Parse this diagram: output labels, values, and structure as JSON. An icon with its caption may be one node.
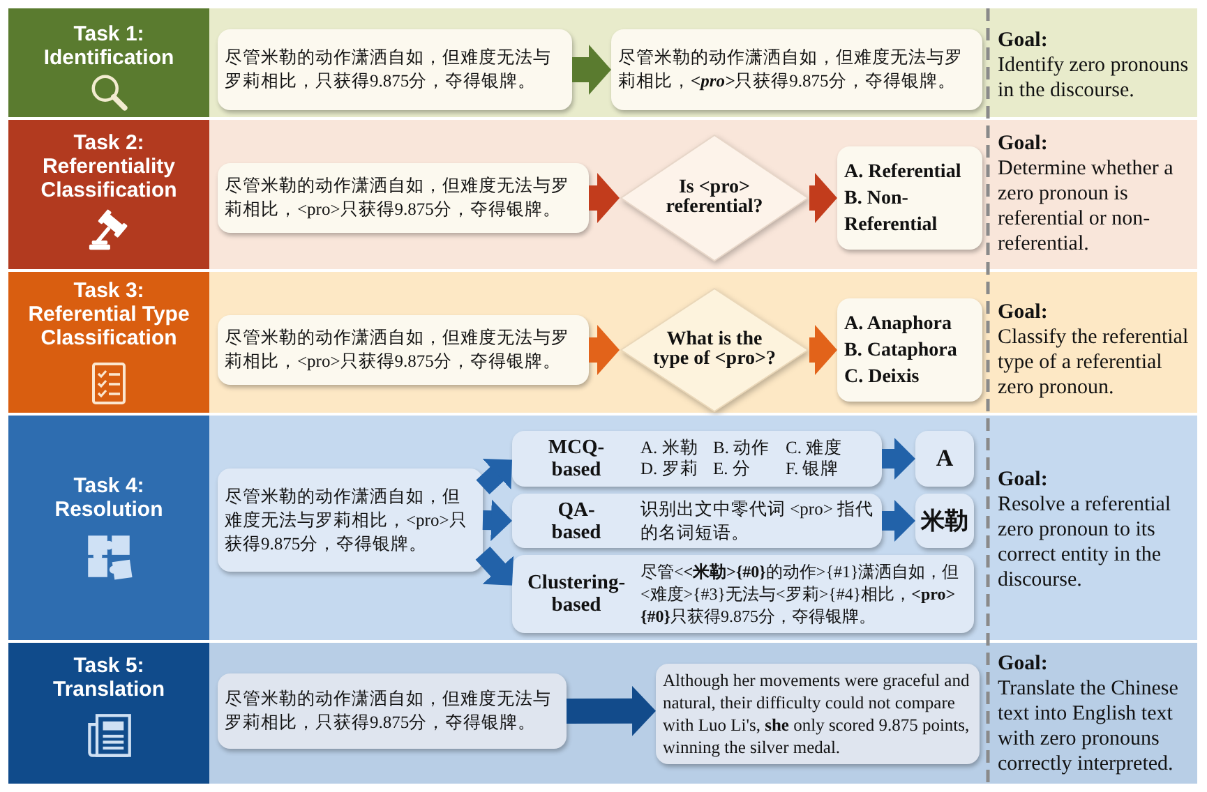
{
  "diagram": {
    "nodes": [
      {
        "text": [
          "Task 1: Identification"
        ]
      },
      {
        "text": [
          "Goal:",
          "Identify zero pronouns in the discourse."
        ]
      },
      {
        "text": [
          "尽管米勒的动作潇洒自如，但难度无法与罗莉相比，只获得9.875分，夺得银牌。"
        ],
        "in": 1
      },
      {
        "text": [
          "尽管米勒的动作潇洒自如，但难度无法与罗莉相比，**<pro>**只获得9.875分，夺得银牌。"
        ],
        "in": 1
      },
      {
        "text": [
          "Task 2: Referentiality Classification"
        ]
      },
      {
        "text": [
          "Goal:",
          "Determine whether a zero pronoun is referential or non-referential."
        ]
      },
      {
        "text": [
          "尽管米勒的动作潇洒自如，但难度无法与罗莉相比，<pro>只获得9.875分，夺得银牌。"
        ],
        "in": 5
      },
      {
        "text": [
          "Is <pro> referential?"
        ],
        "in": 5
      },
      {
        "text": [
          "A. Referential",
          "B. Non-Referential"
        ],
        "in": 5
      },
      {
        "text": [
          "Task 3: Referential Type Classification"
        ]
      },
      {
        "text": [
          "Goal:",
          "Classify the referential type of a referential zero pronoun."
        ]
      },
      {
        "text": [
          "尽管米勒的动作潇洒自如，但难度无法与罗莉相比，<pro>只获得9.875分，夺得银牌。"
        ],
        "in": 10
      },
      {
        "text": [
          "What is the type of <pro>?"
        ],
        "in": 10
      },
      {
        "text": [
          "A. Anaphora",
          "B. Cataphora",
          "C. Deixis"
        ],
        "in": 10
      },
      {
        "text": [
          "Task 4: Resolution"
        ]
      },
      {
        "text": [
          "Goal:",
          "Resolve a referential zero pronoun to its correct entity in the discourse."
        ]
      },
      {
        "text": [
          "尽管米勒的动作潇洒自如，但难度无法与罗莉相比，<pro>只获得9.875分，夺得银牌。"
        ],
        "in": 15
      },
      {
        "text": [
          "MCQ-based",
          "A. 米勒",
          "B. 动作",
          "C. 难度",
          "D. 罗莉",
          "E. 分",
          "F. 银牌"
        ],
        "in": 15
      },
      {
        "text": [
          "A"
        ],
        "in": 15
      },
      {
        "text": [
          "QA-based",
          "识别出文中零代词 <pro> 指代的名词短语。"
        ],
        "in": 15
      },
      {
        "text": [
          "米勒"
        ],
        "in": 15
      },
      {
        "text": [
          "Clustering-based",
          "尽管<**<米勒>{#0}**的动作>{#1}潇洒自如，但<难度>{#3}无法与<罗莉>{#4}相比，**<pro>{#0}**只获得9.875分，夺得银牌。"
        ],
        "in": 15
      },
      {
        "text": [
          "Task 5: Translation"
        ]
      },
      {
        "text": [
          "Goal:",
          "Translate the Chinese text into English text with zero pronouns correctly interpreted."
        ]
      },
      {
        "text": [
          "尽管米勒的动作潇洒自如，但难度无法与罗莉相比，只获得9.875分，夺得银牌。"
        ],
        "in": 23
      },
      {
        "text": [
          "Although her movements were graceful and natural, their difficulty could not compare with Luo Li's, **she** only scored 9.875 points, winning the silver medal."
        ],
        "in": 23
      }
    ],
    "edges": [
      {
        "from": 2,
        "to": 3,
        "arrow": "to",
        "color": "#5a7b2f"
      },
      {
        "from": 6,
        "to": 7,
        "arrow": "to",
        "color": "#c23c1c"
      },
      {
        "from": 7,
        "to": 8,
        "arrow": "to",
        "color": "#c23c1c"
      },
      {
        "from": 11,
        "to": 12,
        "arrow": "to",
        "color": "#e2631a"
      },
      {
        "from": 12,
        "to": 13,
        "arrow": "to",
        "color": "#e2631a"
      },
      {
        "from": 16,
        "to": 17,
        "arrow": "to"
      },
      {
        "from": 16,
        "to": 19,
        "arrow": "to"
      },
      {
        "from": 16,
        "to": 21,
        "arrow": "to"
      },
      {
        "from": 17,
        "to": 18,
        "arrow": "to"
      },
      {
        "from": 19,
        "to": 20,
        "arrow": "to"
      },
      {
        "from": 24,
        "to": 25,
        "arrow": "to",
        "color": "#124b8b"
      }
    ]
  }
}
